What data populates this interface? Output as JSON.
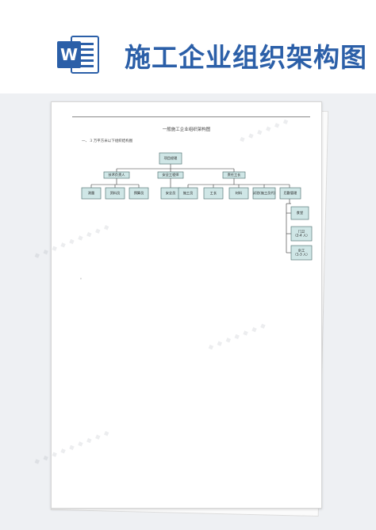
{
  "banner": {
    "app_icon": "word-document-icon",
    "title": "施工企业组织架构图",
    "accent_color": "#2b5fa8"
  },
  "document": {
    "title": "一般施工企业组织架构图",
    "note": "一、 3 万平方米以下组织结构图",
    "footnote": "。"
  },
  "org_chart": {
    "node_fill": "#cfe6e6",
    "nodes": {
      "root": "项目经理",
      "tech_lead": "技术负责人",
      "safety_engineer": "安全工程师",
      "foreman": "责任工长",
      "survey": "测量",
      "materials_clerk": "资料员",
      "budget_clerk": "预算员",
      "safety_officer": "安全员",
      "construction_worker": "施工员",
      "worker": "工长",
      "materials": "材料",
      "testing": "试验(施工员代)",
      "logistics": "后勤管理",
      "canteen": "食堂",
      "gatekeeper": "门卫\n（2-4 人）",
      "cleaner": "杂工\n（1-3 人）"
    }
  }
}
